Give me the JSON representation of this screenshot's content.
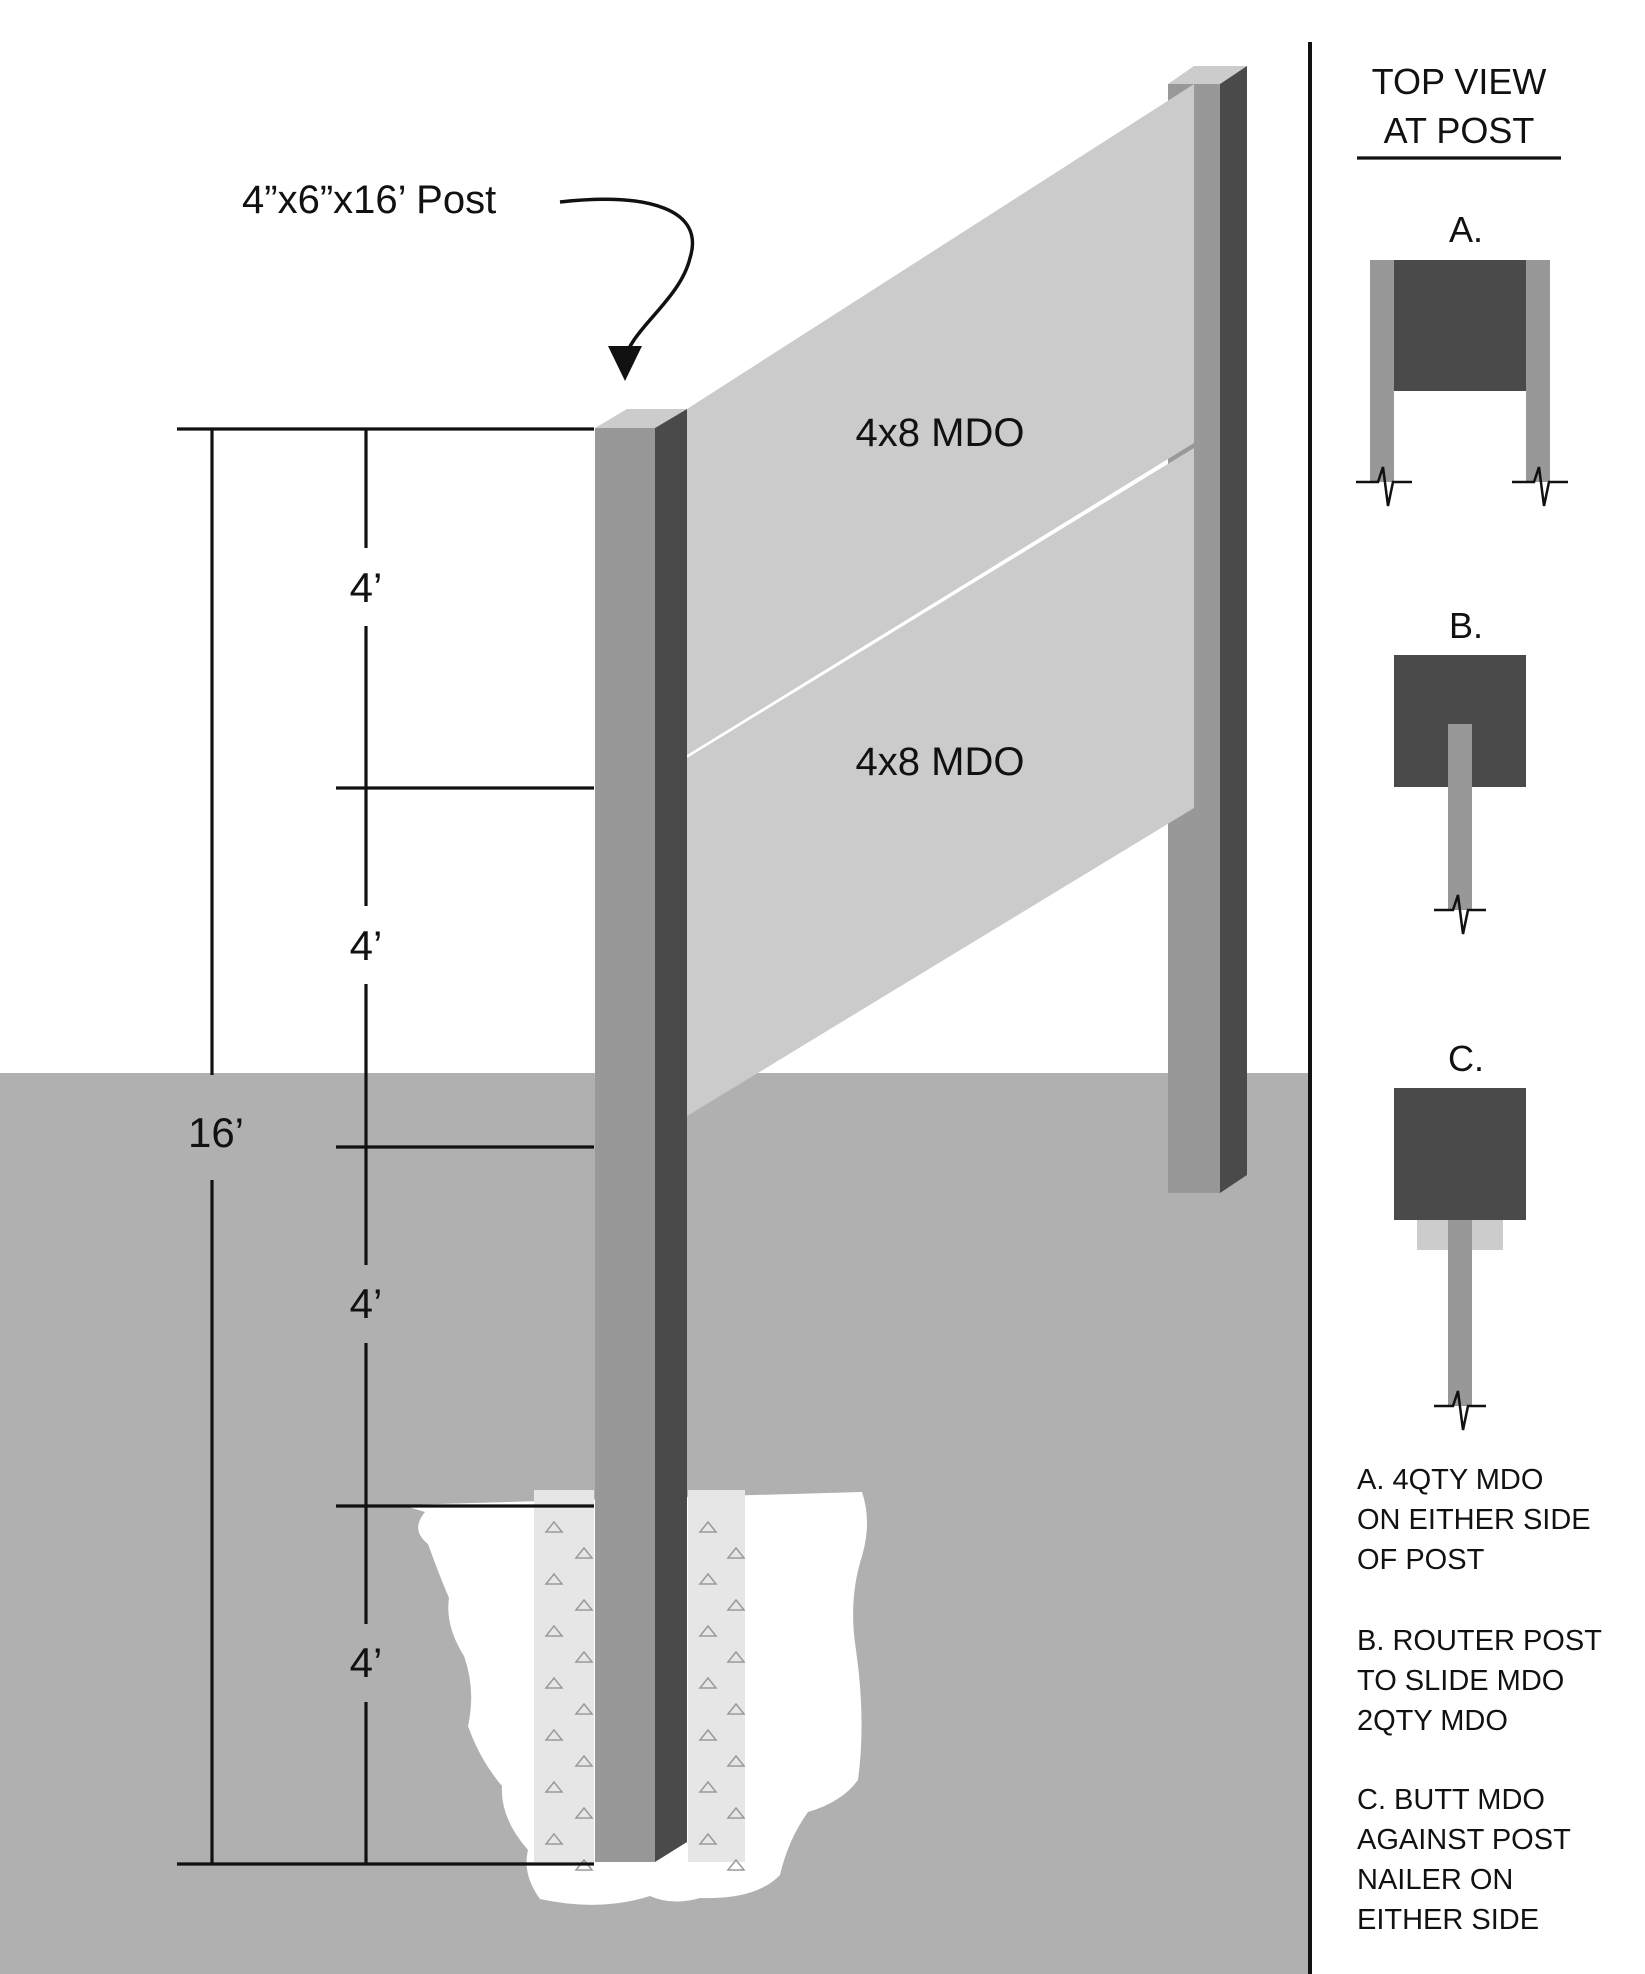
{
  "colors": {
    "ground": "#b0b0b0",
    "post_front": "#989898",
    "post_side": "#4a4a4a",
    "post_top": "#cccccc",
    "panel": "#cbcbcb",
    "hole": "#ffffff",
    "concrete": "#e6e6e6",
    "ink": "#111111"
  },
  "main": {
    "post_label": "4”x6”x16’ Post",
    "panel_top_label": "4x8 MDO",
    "panel_bottom_label": "4x8 MDO",
    "segments": [
      "4’",
      "4’",
      "4’",
      "4’"
    ],
    "total": "16’"
  },
  "side": {
    "title_line1": "TOP VIEW",
    "title_line2": "AT POST",
    "detail_a": "A.",
    "detail_b": "B.",
    "detail_c": "C.",
    "notes": {
      "a": [
        "A. 4QTY MDO",
        "ON EITHER SIDE",
        "OF POST"
      ],
      "b": [
        "B. ROUTER POST",
        "TO SLIDE MDO",
        "2QTY MDO"
      ],
      "c": [
        "C. BUTT MDO",
        "AGAINST POST",
        "NAILER ON",
        "EITHER SIDE"
      ]
    }
  }
}
